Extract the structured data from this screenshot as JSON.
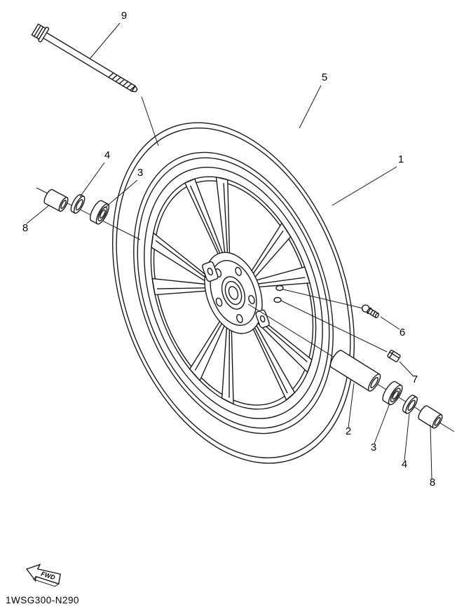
{
  "diagram": {
    "code": "1WSG300-N290",
    "fwd_label": "FWD",
    "callouts": {
      "c9": "9",
      "c5": "5",
      "c1": "1",
      "c4_left": "4",
      "c3_left": "3",
      "c8_left": "8",
      "c6": "6",
      "c7": "7",
      "c2": "2",
      "c3_right": "3",
      "c4_right": "4",
      "c8_right": "8"
    }
  }
}
